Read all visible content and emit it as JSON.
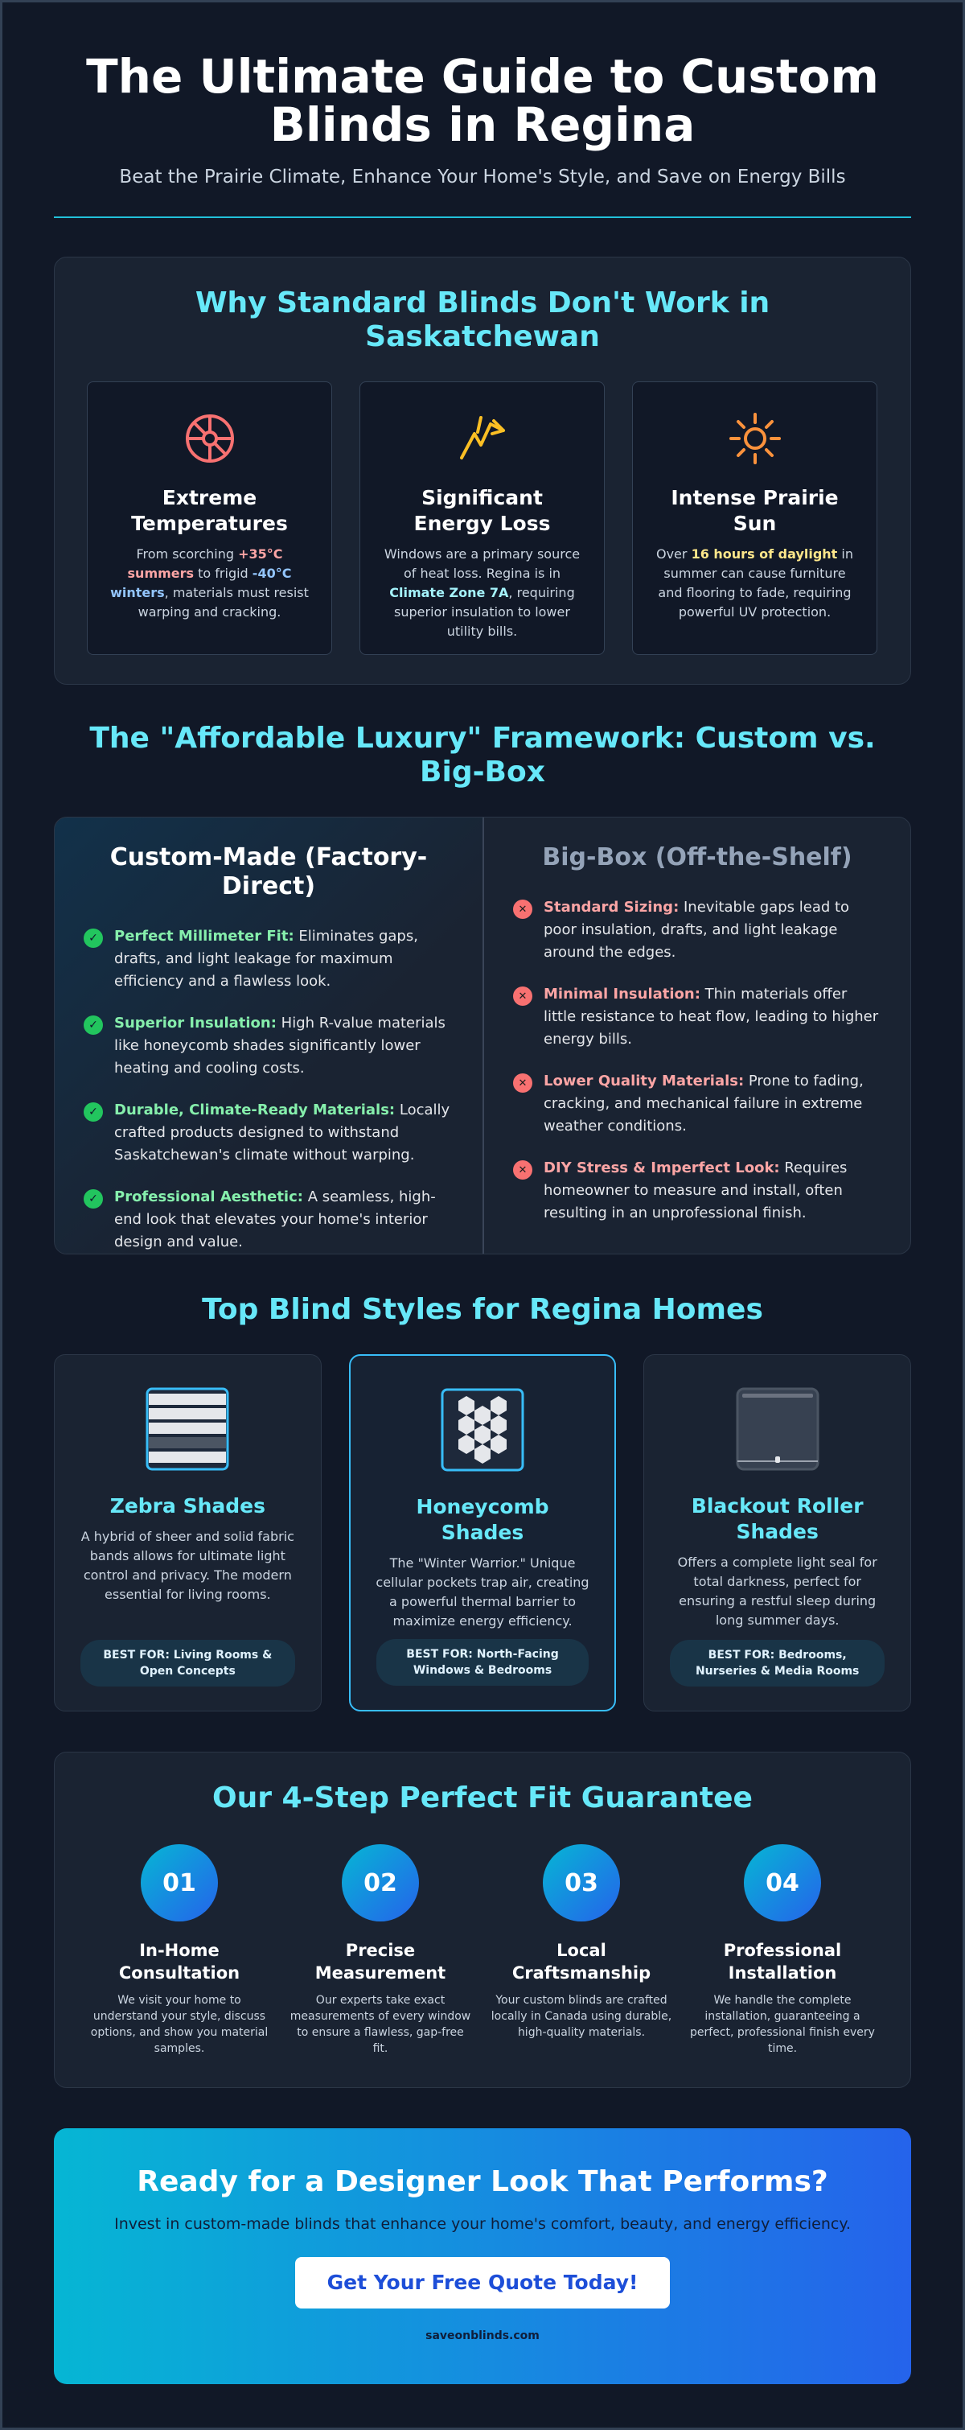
{
  "header": {
    "title": "The Ultimate Guide to Custom Blinds in Regina",
    "subtitle": "Beat the Prairie Climate, Enhance Your Home's Style, and Save on Energy Bills"
  },
  "why_section": {
    "title": "Why Standard Blinds Don't Work in Saskatchewan",
    "cards": [
      {
        "icon": "thermometer-wheel-icon",
        "title": "Extreme Temperatures",
        "text_1": "From scorching ",
        "hl_1": "+35°C summers",
        "text_2": " to frigid ",
        "hl_2": "-40°C winters",
        "text_3": ", materials must resist warping and cracking."
      },
      {
        "icon": "energy-loss-icon",
        "title": "Significant Energy Loss",
        "text_1": "Windows are a primary source of heat loss. Regina is in ",
        "hl_1": "Climate Zone 7A",
        "text_2": ", requiring superior insulation to lower utility bills."
      },
      {
        "icon": "sun-icon",
        "title": "Intense Prairie Sun",
        "text_1": "Over ",
        "hl_1": "16 hours of daylight",
        "text_2": " in summer can cause furniture and flooring to fade, requiring powerful UV protection."
      }
    ]
  },
  "compare_section": {
    "title": "The \"Affordable Luxury\" Framework: Custom vs. Big-Box",
    "custom": {
      "title": "Custom-Made (Factory-Direct)",
      "points": [
        {
          "label": "Perfect Millimeter Fit:",
          "text": " Eliminates gaps, drafts, and light leakage for maximum efficiency and a flawless look."
        },
        {
          "label": "Superior Insulation:",
          "text": " High R-value materials like honeycomb shades significantly lower heating and cooling costs."
        },
        {
          "label": "Durable, Climate-Ready Materials:",
          "text": " Locally crafted products designed to withstand Saskatchewan's climate without warping."
        },
        {
          "label": "Professional Aesthetic:",
          "text": " A seamless, high-end look that elevates your home's interior design and value."
        }
      ]
    },
    "bigbox": {
      "title": "Big-Box (Off-the-Shelf)",
      "points": [
        {
          "label": "Standard Sizing:",
          "text": " Inevitable gaps lead to poor insulation, drafts, and light leakage around the edges."
        },
        {
          "label": "Minimal Insulation:",
          "text": " Thin materials offer little resistance to heat flow, leading to higher energy bills."
        },
        {
          "label": "Lower Quality Materials:",
          "text": " Prone to fading, cracking, and mechanical failure in extreme weather conditions."
        },
        {
          "label": "DIY Stress & Imperfect Look:",
          "text": " Requires homeowner to measure and install, often resulting in an unprofessional finish."
        }
      ]
    }
  },
  "styles_section": {
    "title": "Top Blind Styles for Regina Homes",
    "cards": [
      {
        "icon": "zebra-shade-icon",
        "title": "Zebra Shades",
        "text": "A hybrid of sheer and solid fabric bands allows for ultimate light control and privacy. The modern essential for living rooms.",
        "best": "BEST FOR: Living Rooms & Open Concepts"
      },
      {
        "icon": "honeycomb-shade-icon",
        "title": "Honeycomb Shades",
        "text": "The \"Winter Warrior.\" Unique cellular pockets trap air, creating a powerful thermal barrier to maximize energy efficiency.",
        "best": "BEST FOR: North-Facing Windows & Bedrooms"
      },
      {
        "icon": "roller-shade-icon",
        "title": "Blackout Roller Shades",
        "text": "Offers a complete light seal for total darkness, perfect for ensuring a restful sleep during long summer days.",
        "best": "BEST FOR: Bedrooms, Nurseries & Media Rooms"
      }
    ]
  },
  "steps_section": {
    "title": "Our 4-Step Perfect Fit Guarantee",
    "steps": [
      {
        "num": "01",
        "title": "In-Home Consultation",
        "text": "We visit your home to understand your style, discuss options, and show you material samples."
      },
      {
        "num": "02",
        "title": "Precise Measurement",
        "text": "Our experts take exact measurements of every window to ensure a flawless, gap-free fit."
      },
      {
        "num": "03",
        "title": "Local Craftsmanship",
        "text": "Your custom blinds are crafted locally in Canada using durable, high-quality materials."
      },
      {
        "num": "04",
        "title": "Professional Installation",
        "text": "We handle the complete installation, guaranteeing a perfect, professional finish every time."
      }
    ]
  },
  "cta": {
    "title": "Ready for a Designer Look That Performs?",
    "text": "Invest in custom-made blinds that enhance your home's comfort, beauty, and energy efficiency.",
    "button": "Get Your Free Quote Today!",
    "site": "saveonblinds.com"
  },
  "colors": {
    "background": "#111827",
    "accent": "#67e8f9",
    "check": "#22c55e",
    "cross": "#f87171"
  }
}
